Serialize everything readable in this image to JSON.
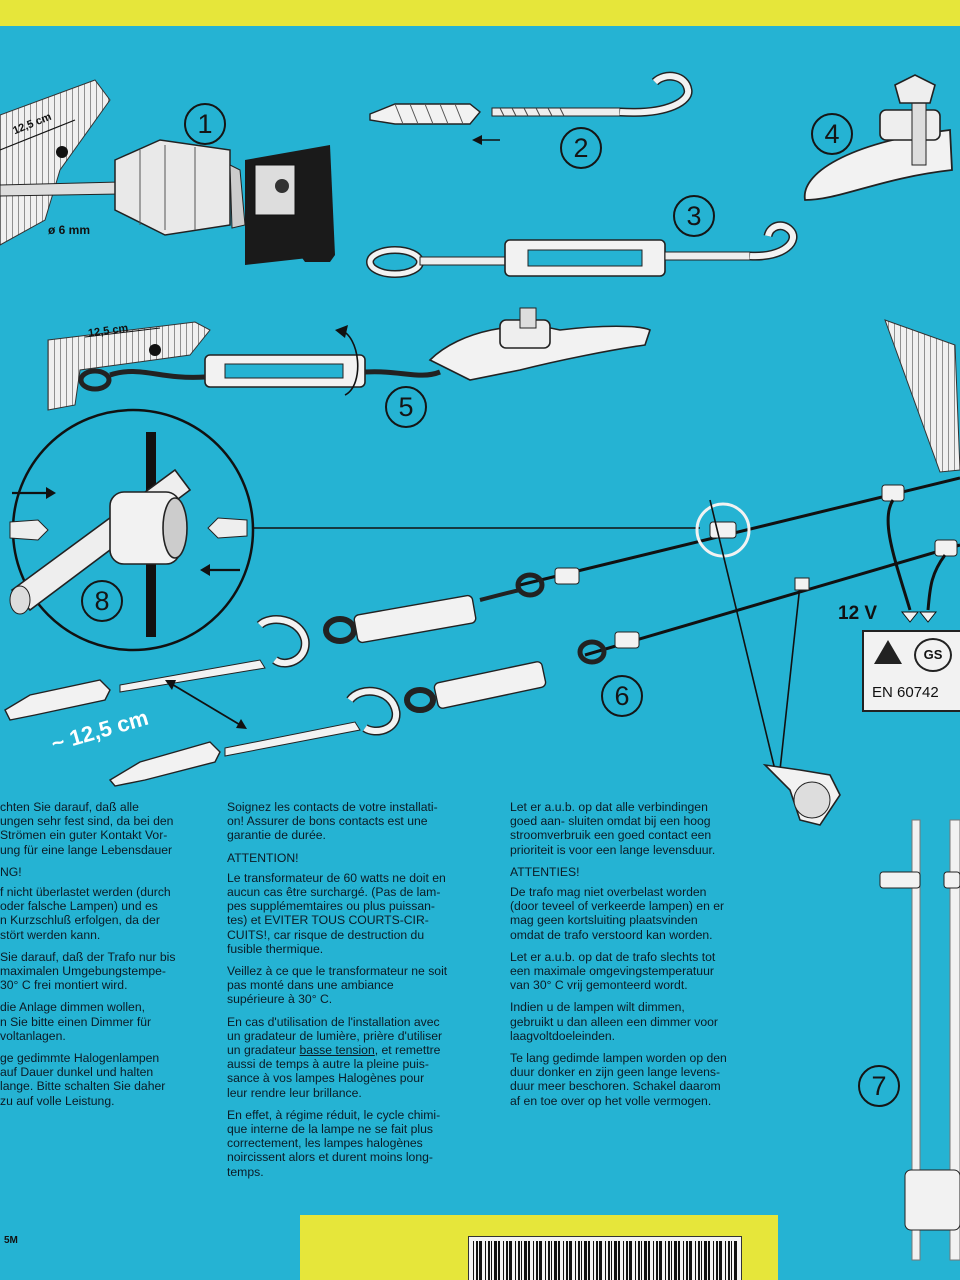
{
  "steps": {
    "s1": "1",
    "s2": "2",
    "s3": "3",
    "s4": "4",
    "s5": "5",
    "s6": "6",
    "s7": "7",
    "s8": "8"
  },
  "dims": {
    "spacing_top": "12,5 cm",
    "drill_diameter": "ø 6 mm",
    "spacing_mid": "12,5 cm",
    "spacing_main": "~ 12,5 cm"
  },
  "voltage_label": "12 V",
  "certification": {
    "standard": "EN 60742",
    "gs_mark": "GS"
  },
  "german": {
    "p1": "chten Sie darauf, daß alle\nungen sehr fest sind, da bei den\nStrömen ein guter Kontakt Vor-\nung für eine lange Lebensdauer",
    "heading": "NG!",
    "p2": "f nicht überlastet werden (durch\noder falsche Lampen) und es\nn Kurzschluß erfolgen, da der\nstört werden kann.",
    "p3": "Sie darauf, daß der Trafo nur bis\nmaximalen Umgebungstempe-\n30° C frei montiert wird.",
    "p4": "die Anlage dimmen wollen,\nn Sie bitte einen Dimmer für\nvoltanlagen.",
    "p5": "ge gedimmte Halogenlampen\nauf Dauer dunkel und halten\nlange. Bitte schalten Sie daher\nzu auf volle Leistung."
  },
  "french": {
    "p1": "Soignez les contacts de votre installati-\non! Assurer de bons contacts est une\ngarantie de durée.",
    "heading": "ATTENTION!",
    "p2": "Le transformateur de 60 watts ne doit en\naucun cas être surchargé. (Pas de lam-\npes supplémemtaires ou plus puissan-\ntes) et EVITER TOUS COURTS-CIR-\nCUITS!, car risque de destruction du\nfusible thermique.",
    "p3": "Veillez à ce que le transformateur ne soit\npas monté dans une ambiance\nsupérieure à 30° C.",
    "p4a": "En cas d'utilisation de l'installation avec\nun gradateur de lumière, prière d'utiliser\nun gradateur ",
    "p4u": "basse tension",
    "p4b": ", et remettre\naussi de temps à autre la pleine puis-\nsance à vos lampes Halogènes pour\nleur rendre leur brillance.",
    "p5": "En effet, à régime réduit, le cycle chimi-\nque interne de la lampe ne se fait plus\ncorrectement, les lampes halogènes\nnoircissent alors et durent moins long-\ntemps."
  },
  "dutch": {
    "p1": "Let er a.u.b. op dat alle verbindingen\ngoed aan- sluiten omdat bij een hoog\nstroomverbruik een goed contact een\nprioriteit is voor een lange levensduur.",
    "heading": "ATTENTIES!",
    "p2": "De trafo mag niet overbelast worden\n(door teveel of verkeerde lampen) en er\nmag geen kortsluiting plaatsvinden\nomdat de trafo verstoord kan worden.",
    "p3": "Let er a.u.b. op dat de trafo slechts tot\neen maximale omgevingstemperatuur\nvan 30° C vrij gemonteerd wordt.",
    "p4": "Indien u de lampen wilt dimmen,\ngebruikt u dan alleen een dimmer voor\nlaagvoltdoeleinden.",
    "p5": "Te lang gedimde lampen worden op den\nduur donker en zijn geen lange levens-\nduur meer beschoren. Schakel daarom\naf en toe over op het volle vermogen."
  },
  "product_code": "5M",
  "colors": {
    "background": "#25b3d3",
    "border": "#e6e63a",
    "ink": "#151515",
    "hardware": "#f2f2f2"
  }
}
